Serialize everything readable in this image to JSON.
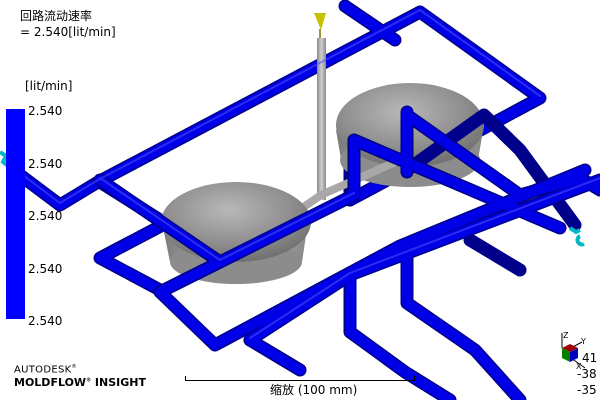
{
  "result": {
    "title": "回路流动速率",
    "value_line": " = 2.540[lit/min]"
  },
  "legend": {
    "unit": "[lit/min]",
    "ticks": [
      "2.540",
      "2.540",
      "2.540",
      "2.540",
      "2.540"
    ],
    "bar_color": "#0000ff"
  },
  "brand": {
    "line1": "AUTODESK",
    "line1_mark": "®",
    "line2": "MOLDFLOW",
    "line2_mark": "®",
    "line3": " INSIGHT"
  },
  "scale": {
    "label": "缩放 (100 mm)"
  },
  "view_triad": {
    "z": "Z",
    "y": "Y",
    "x": "X",
    "angles": [
      "41",
      "-38",
      "-35"
    ]
  },
  "colors": {
    "coolant_pipe": "#0000e6",
    "coolant_pipe_dark": "#00008a",
    "part_gray": "#9a9a9a",
    "sprue_gray": "#b4b4b4",
    "injection_cone": "#c8c000",
    "coolant_inlet": "#00c8c8"
  }
}
